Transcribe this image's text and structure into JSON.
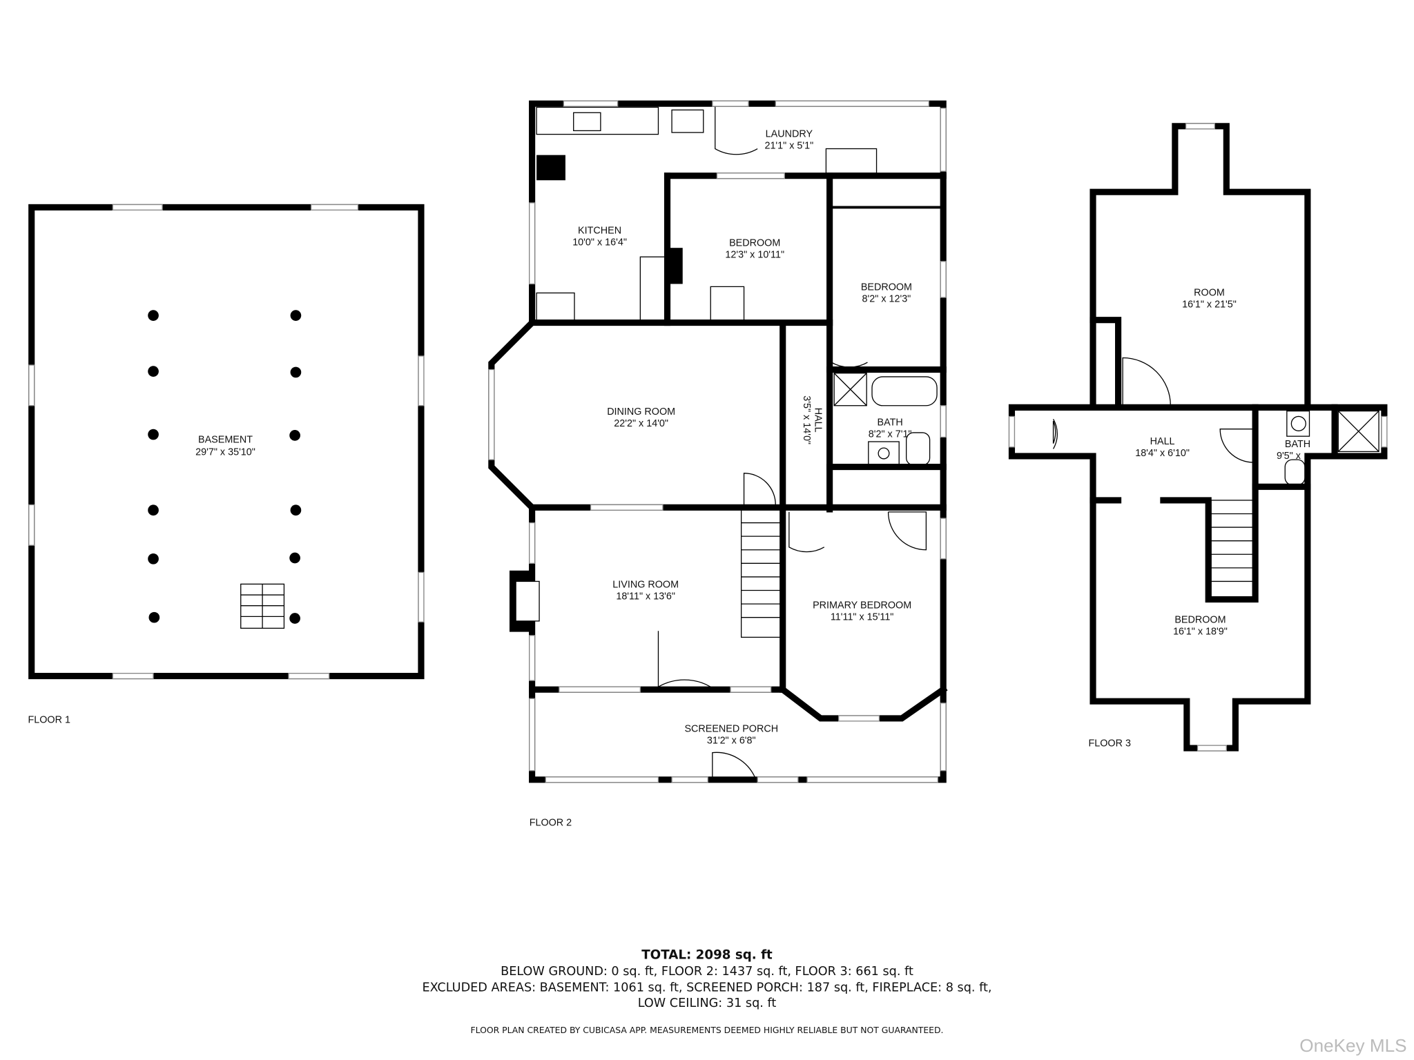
{
  "floors": [
    {
      "label": "FLOOR 1",
      "rooms": [
        {
          "name": "BASEMENT",
          "size": "29'7\" x 35'10\""
        }
      ]
    },
    {
      "label": "FLOOR 2",
      "rooms": [
        {
          "name": "LAUNDRY",
          "size": "21'1\" x 5'1\""
        },
        {
          "name": "KITCHEN",
          "size": "10'0\" x 16'4\""
        },
        {
          "name": "BEDROOM",
          "size": "12'3\" x 10'11\""
        },
        {
          "name": "BEDROOM",
          "size": "8'2\" x 12'3\""
        },
        {
          "name": "DINING ROOM",
          "size": "22'2\" x 14'0\""
        },
        {
          "name": "HALL",
          "size": "3'5\" x 14'0\""
        },
        {
          "name": "BATH",
          "size": "8'2\" x 7'1\""
        },
        {
          "name": "LIVING ROOM",
          "size": "18'11\" x 13'6\""
        },
        {
          "name": "PRIMARY BEDROOM",
          "size": "11'11\" x 15'11\""
        },
        {
          "name": "SCREENED PORCH",
          "size": "31'2\" x 6'8\""
        }
      ]
    },
    {
      "label": "FLOOR 3",
      "rooms": [
        {
          "name": "ROOM",
          "size": "16'1\" x 21'5\""
        },
        {
          "name": "HALL",
          "size": "18'4\" x 6'10\""
        },
        {
          "name": "BATH",
          "size": "9'5\" x"
        },
        {
          "name": "BEDROOM",
          "size": "16'1\" x 18'9\""
        }
      ]
    }
  ],
  "summary": {
    "total": "TOTAL: 2098 sq. ft",
    "line1": "BELOW GROUND: 0 sq. ft, FLOOR 2: 1437 sq. ft, FLOOR 3: 661 sq. ft",
    "line2": "EXCLUDED AREAS: BASEMENT: 1061 sq. ft, SCREENED PORCH: 187 sq. ft, FIREPLACE: 8 sq. ft,",
    "line3": "LOW CEILING: 31 sq. ft",
    "disclaimer": "FLOOR PLAN CREATED BY CUBICASA APP. MEASUREMENTS DEEMED HIGHLY RELIABLE BUT NOT GUARANTEED."
  },
  "watermark": "OneKey MLS"
}
